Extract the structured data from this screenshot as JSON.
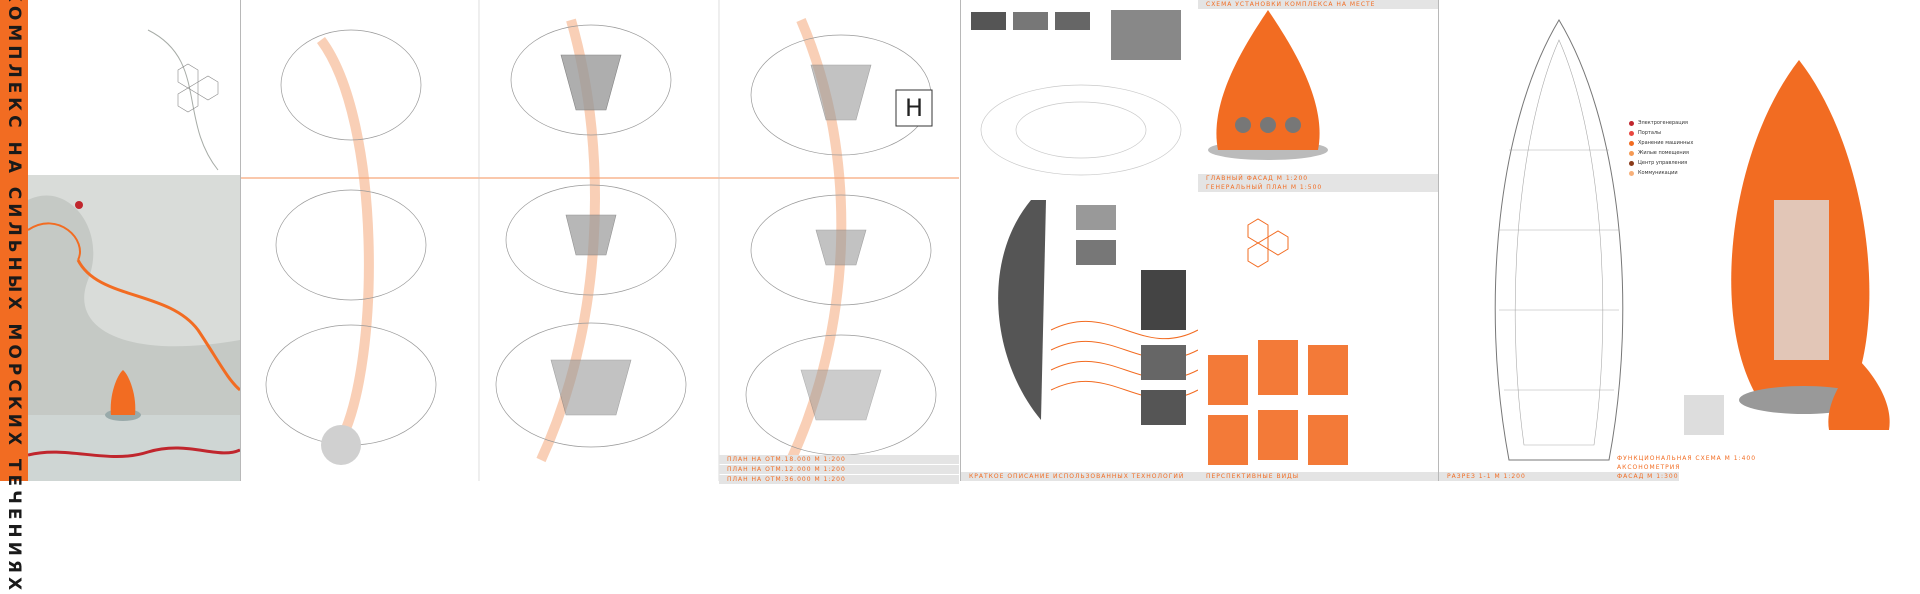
{
  "title": "ЭНЕРГОКОМПЛЕКС НА СИЛЬНЫХ МОРСКИХ ТЕЧЕНИЯХ",
  "bars": {
    "plans": [
      "ПЛАН НА ОТМ.18.000 М 1:200",
      "ПЛАН НА ОТМ.12.000 М 1:200",
      "ПЛАН НА ОТМ.36.000 М 1:200"
    ],
    "tech": "КРАТКОЕ ОПИСАНИЕ ИСПОЛЬЗОВАННЫХ ТЕХНОЛОГИЙ",
    "persp": "ПЕРСПЕКТИВНЫЕ ВИДЫ",
    "scheme": "СХЕМА УСТАНОВКИ КОМПЛЕКСА НА МЕСТЕ",
    "facade": "ГЛАВНЫЙ ФАСАД М 1:200",
    "genplan": "ГЕНЕРАЛЬНЫЙ ПЛАН М 1:500",
    "section": "РАЗРЕЗ 1-1 М 1:200",
    "axon": "АКСОНОМЕТРИЯ",
    "facade2": "ФАСАД М 1:300",
    "func": "ФУНКЦИОНАЛЬНАЯ СХЕМА М 1:400"
  },
  "legend": [
    {
      "label": "Электрогенерация",
      "color": "#c0262d"
    },
    {
      "label": "Порталы",
      "color": "#e8473f"
    },
    {
      "label": "Хранение машинных",
      "color": "#f26c22"
    },
    {
      "label": "Жилые помещения",
      "color": "#f59a55"
    },
    {
      "label": "Центр управления",
      "color": "#8a3b1a"
    },
    {
      "label": "Коммуникации",
      "color": "#f7b07a"
    }
  ],
  "colors": {
    "accent": "#f26c22",
    "bar": "#e4e4e4",
    "line": "#b8b8b8"
  }
}
